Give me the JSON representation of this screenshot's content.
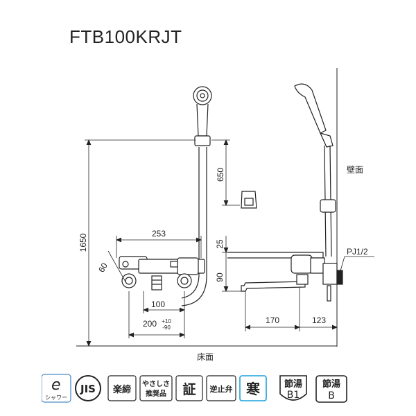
{
  "title": "FTB100KRJT",
  "dimensions": {
    "height_total": "1650",
    "shower_hook": "650",
    "width_253": "253",
    "angle_60": "60",
    "height_25": "25",
    "height_90": "90",
    "pitch_100": "100",
    "pitch_200": "200",
    "pitch_tol_plus": "+10",
    "pitch_tol_minus": "-90",
    "spout_170": "170",
    "depth_123": "123"
  },
  "labels": {
    "wall": "壁面",
    "floor": "床面",
    "pipe": "PJ1/2"
  },
  "badges": {
    "eco_shower_top": "e",
    "eco_shower_bottom": "シャワー",
    "jis": "JIS",
    "rakushime": "楽締",
    "yasashisa_1": "やさしさ",
    "yasashisa_2": "推奨品",
    "shou": "証",
    "gyakushiben": "逆止弁",
    "kan": "寒",
    "setsuyu_b1_top": "節湯",
    "setsuyu_b1_bottom": "B1",
    "setsuyu_b_top": "節湯",
    "setsuyu_b_bottom": "B"
  },
  "colors": {
    "line": "#222222",
    "kan_accent": "#1aa0dc",
    "eco_accent": "#1f6db5"
  }
}
